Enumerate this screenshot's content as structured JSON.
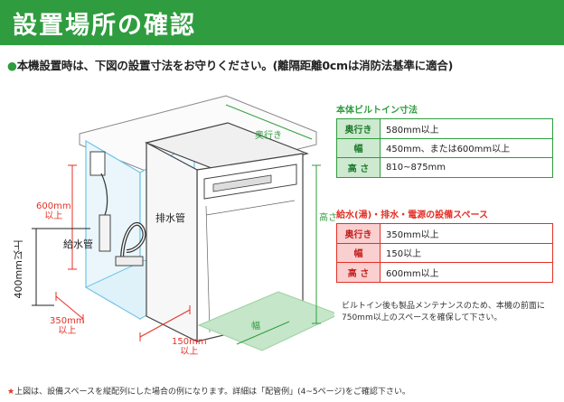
{
  "title": "設置場所の確認",
  "subtitle": {
    "bullet": "●",
    "text": "本機設置時は、下図の設置寸法をお守りください。(離隔距離0cmは消防法基準に適合)"
  },
  "diagram": {
    "labels": {
      "okuyuki_top": "奥行き",
      "takasa_right": "高さ",
      "height_600": "600mm\n以上",
      "kyusui": "給水管",
      "haisui": "排水管",
      "height_400": "400mm以上",
      "width_350": "350mm\n以上",
      "width_150": "150mm\n以上",
      "haba_floor": "幅"
    }
  },
  "builtin": {
    "heading": "本体ビルトイン寸法",
    "rows": [
      {
        "key": "奥行き",
        "value": "580mm以上"
      },
      {
        "key": "幅",
        "value": "450mm、または600mm以上"
      },
      {
        "key": "高 さ",
        "value": "810~875mm"
      }
    ]
  },
  "space": {
    "heading": "給水(湯)・排水・電源の設備スペース",
    "rows": [
      {
        "key": "奥行き",
        "value": "350mm以上"
      },
      {
        "key": "幅",
        "value": "150以上"
      },
      {
        "key": "高 さ",
        "value": "600mm以上"
      }
    ]
  },
  "maintenance_note": "ビルトイン後も製品メンテナンスのため、本機の前面に750mm以上のスペースを確保して下さい。",
  "footnote": {
    "star": "★",
    "text": "上図は、設備スペースを縦配列にした場合の例になります。詳細は「配管例」(4~5ページ)をご確認下さい。"
  }
}
